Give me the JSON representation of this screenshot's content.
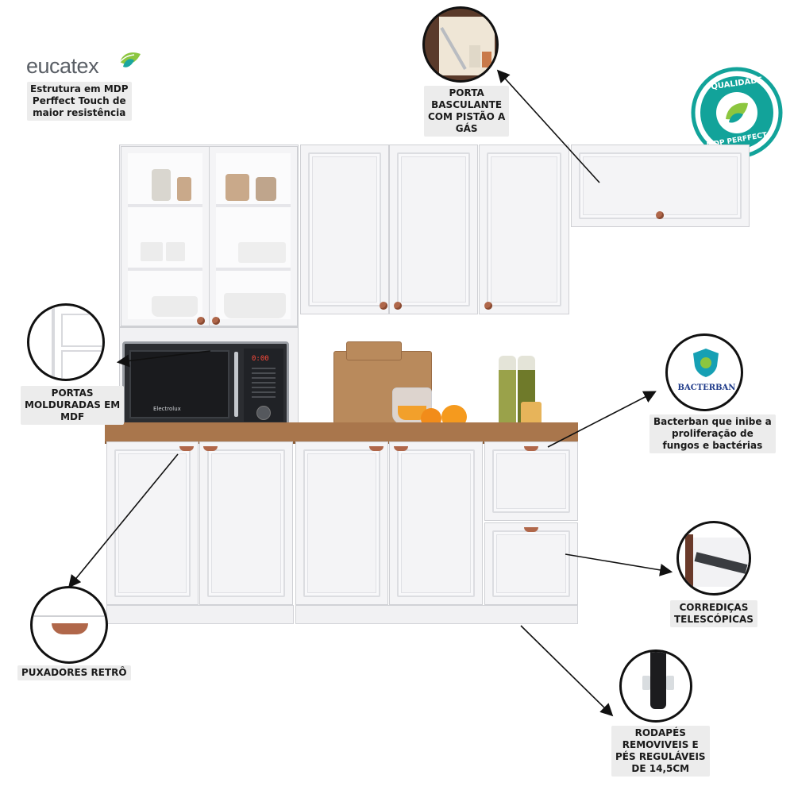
{
  "brand": {
    "logo_text": "eucatex",
    "tagline_lines": [
      "Estrutura em MDP",
      "Perffect Touch de",
      "maior resistência"
    ],
    "accent_green": "#8cc63f",
    "accent_teal": "#1aa6a0"
  },
  "seal": {
    "top_text": "QUALIDADE",
    "bottom_text": "MDP PERFFECT",
    "color": "#12a39a"
  },
  "features": {
    "porta_basculante": [
      "PORTA",
      "BASCULANTE",
      "COM PISTÃO A",
      "GÁS"
    ],
    "portas_molduradas": [
      "PORTAS",
      "MOLDURADAS EM",
      "MDF"
    ],
    "bacterban_logo": "BACTERBAN",
    "bacterban_desc": [
      "Bacterban que inibe a",
      "proliferação de",
      "fungos e bactérias"
    ],
    "corredicas": [
      "CORREDIÇAS",
      "TELESCÓPICAS"
    ],
    "puxadores": "PUXADORES RETRÔ",
    "rodapes": [
      "RODAPÉS",
      "REMOVIVEIS E",
      "PÉS REGULÁVEIS",
      "DE 14,5CM"
    ]
  },
  "microwave": {
    "brand": "Electrolux",
    "display": "0:00"
  },
  "colors": {
    "cabinet": "#f4f4f6",
    "countertop": "#a9764c",
    "handle": "#b0674a"
  }
}
